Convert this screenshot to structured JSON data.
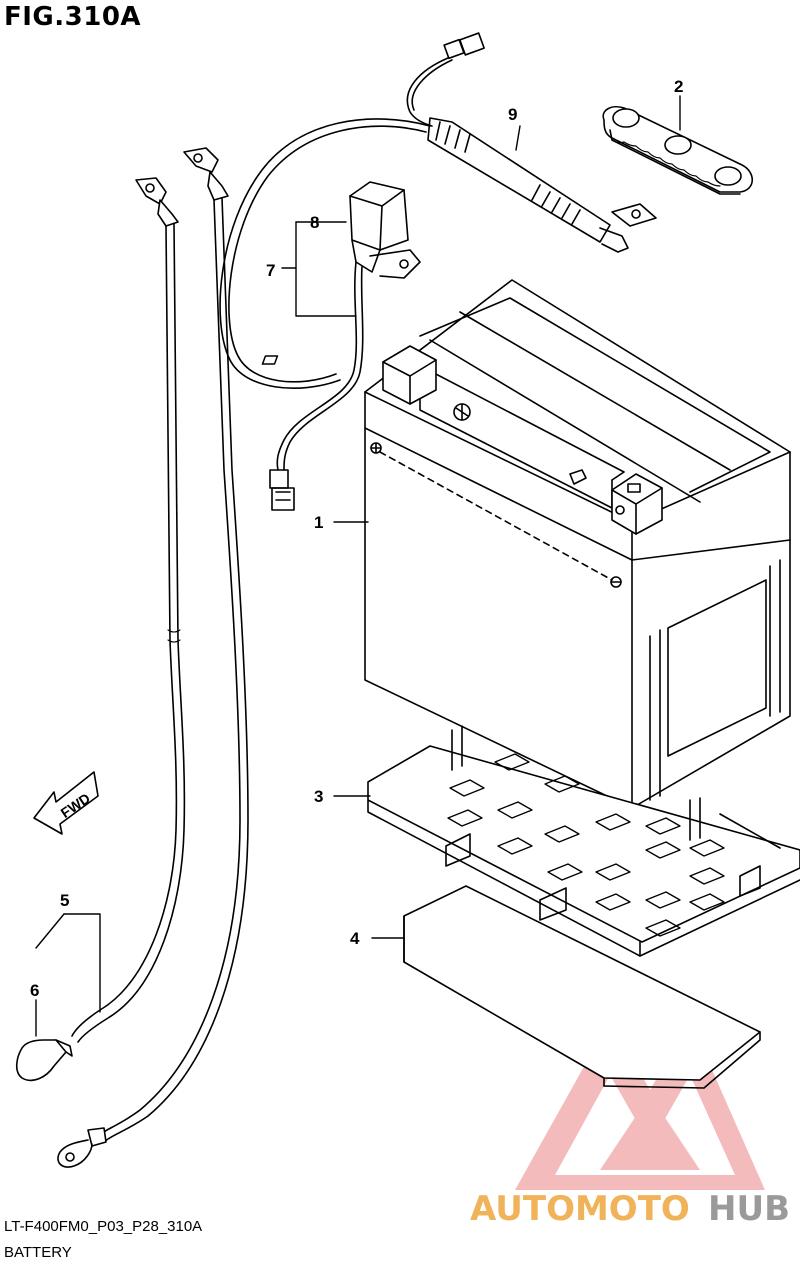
{
  "figure": {
    "title": "FIG.310A",
    "model_code": "LT-F400FM0_P03_P28_310A",
    "section_name": "BATTERY"
  },
  "callouts": {
    "battery": "1",
    "terminal_cover": "2",
    "battery_tray": "3",
    "battery_pad": "4",
    "cable_5": "5",
    "cap_6": "6",
    "harness_7": "7",
    "relay_8": "8",
    "lead_9": "9"
  },
  "direction_marker": "FWD",
  "watermark": {
    "part1": "AUTOMOTO",
    "part2": "HUB",
    "color_primary": "#f0b35a",
    "color_secondary": "#9a9a9a",
    "triangle_color": "#e8a0a0"
  }
}
